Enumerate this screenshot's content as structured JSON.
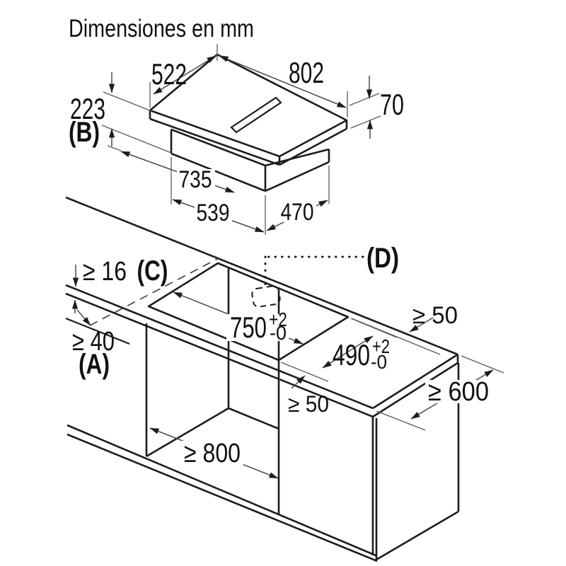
{
  "title": "Dimensiones en mm",
  "colors": {
    "outline": "#1c1c1c",
    "dimension_lines": "#4a4a4a",
    "text": "#111111",
    "background": "#ffffff"
  },
  "hob_view": {
    "top_depth": "522",
    "top_width": "802",
    "total_height": "223",
    "total_height_ref": "(B)",
    "top_edge_height": "70",
    "body_width": "735",
    "body_bottom_width": "539",
    "body_depth": "470"
  },
  "installation_view": {
    "worktop_thickness": "≥ 16",
    "worktop_thickness_ref": "(C)",
    "under_clearance": "≥ 40",
    "under_clearance_ref": "(A)",
    "cutout_width": "750",
    "cutout_width_tol_sup": "+2",
    "cutout_width_tol_sub": "-0",
    "cutout_depth": "490",
    "cutout_depth_tol_sup": "+2",
    "cutout_depth_tol_sub": "-0",
    "rear_clearance": "≥ 50",
    "front_clearance": "≥ 50",
    "worktop_depth": "≥ 600",
    "cabinet_width": "≥ 800",
    "outlet_ref": "(D)"
  }
}
